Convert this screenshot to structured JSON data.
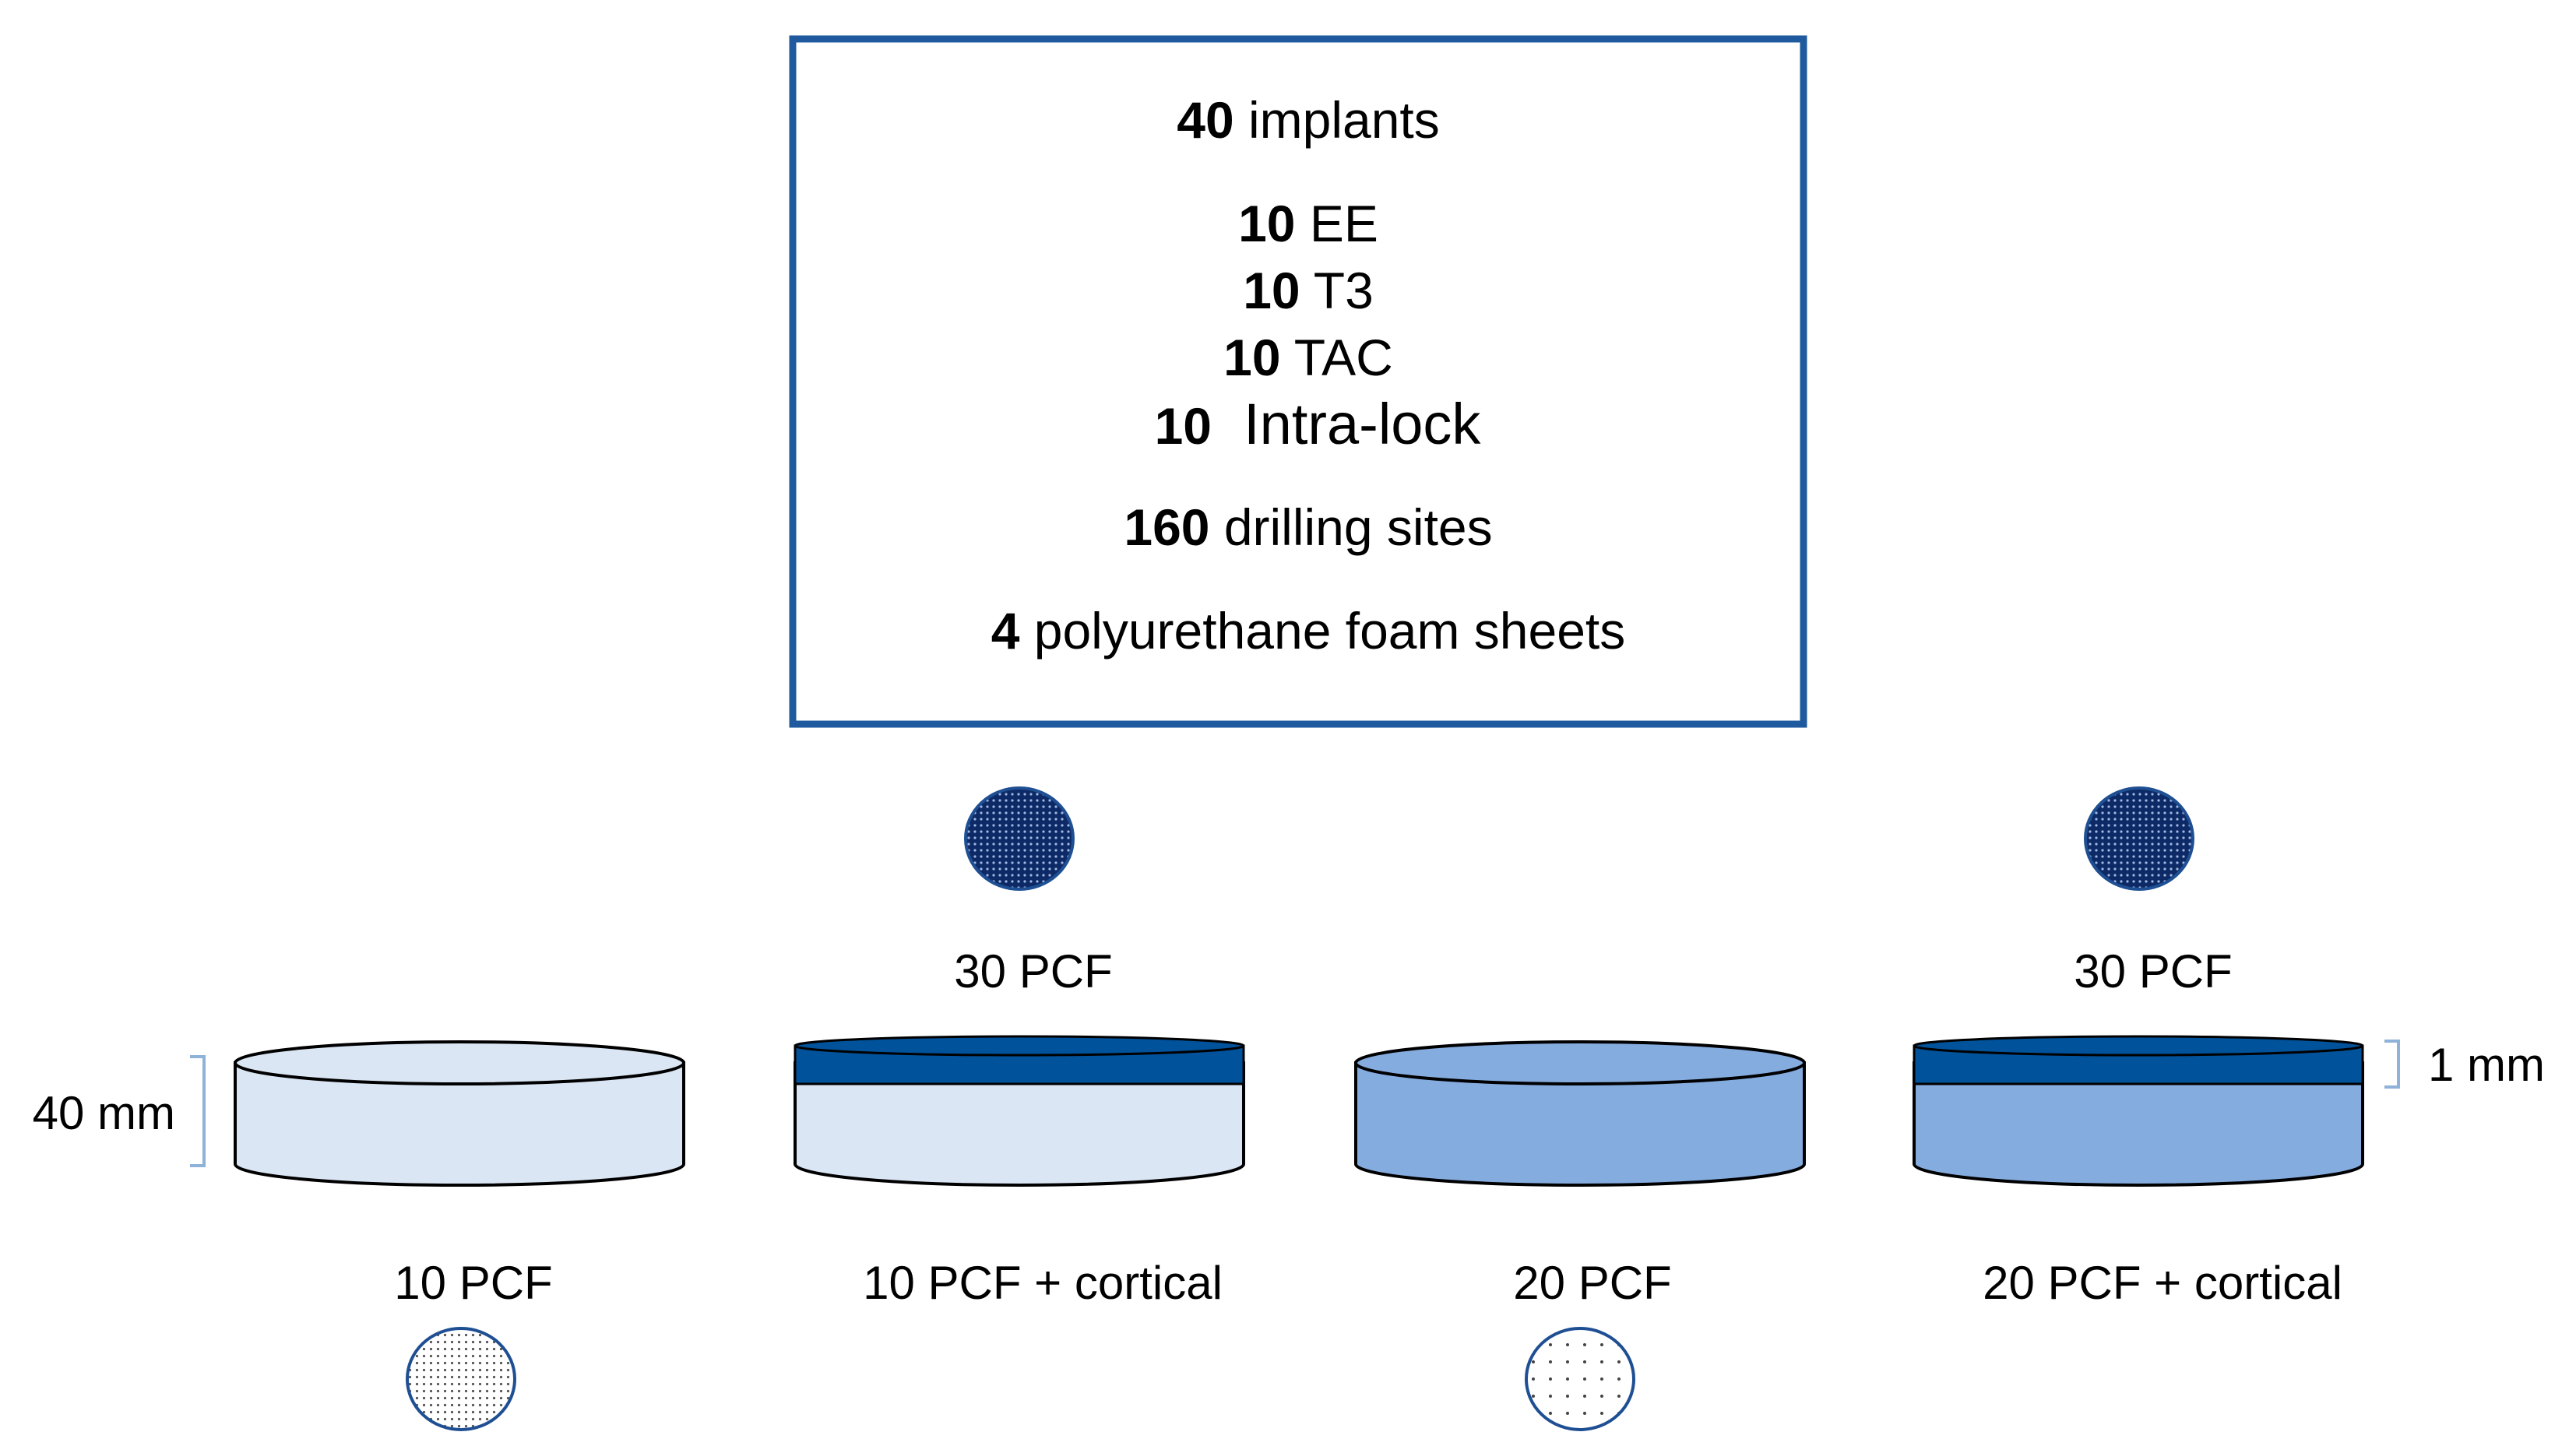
{
  "summary": {
    "total": {
      "count": "40",
      "label": " implants"
    },
    "groups": [
      {
        "count": "10",
        "label": " EE"
      },
      {
        "count": "10",
        "label": " T3"
      },
      {
        "count": "10",
        "label": " TAC"
      },
      {
        "count": "10",
        "label": "  Intra-lock"
      }
    ],
    "sites": {
      "count": "160",
      "label": " drilling sites"
    },
    "sheets": {
      "count": "4",
      "label": " polyurethane foam sheets"
    }
  },
  "blocks": [
    {
      "label": "10 PCF",
      "top_label": ""
    },
    {
      "label": "10 PCF + cortical",
      "top_label": "30 PCF"
    },
    {
      "label": "20 PCF",
      "top_label": ""
    },
    {
      "label": "20 PCF + cortical",
      "top_label": "30 PCF"
    }
  ],
  "dimensions": {
    "height": "40 mm",
    "cortical": "1 mm"
  },
  "colors": {
    "frame": "#1f5a9e",
    "light_foam": "#dbe6f4",
    "mid_foam": "#85acdf",
    "cortical": "#00529b",
    "outline": "#000000",
    "bracket": "#8fb2d8"
  }
}
